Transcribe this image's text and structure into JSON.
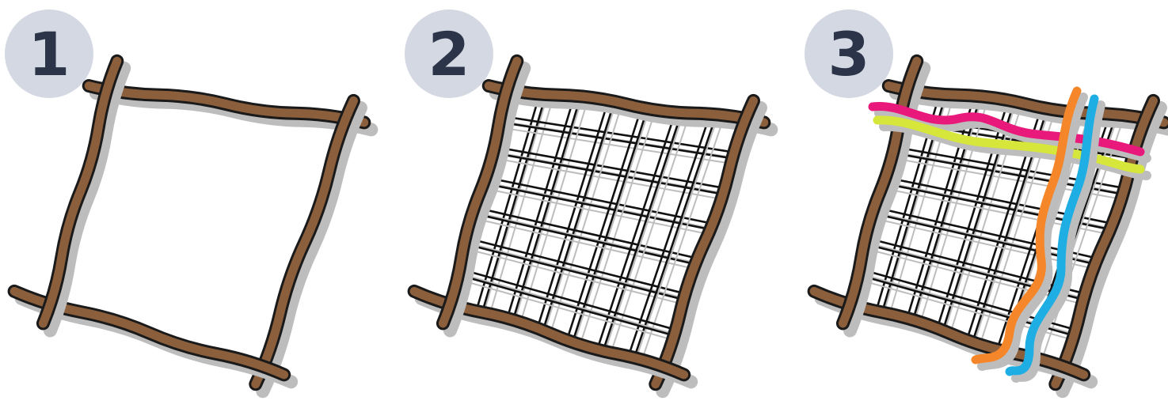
{
  "steps": [
    {
      "number": "1",
      "icon": "empty-stick-frame-icon"
    },
    {
      "number": "2",
      "icon": "strung-grid-frame-icon"
    },
    {
      "number": "3",
      "icon": "frame-with-woven-yarn-icon"
    }
  ],
  "colors": {
    "badge_bg": "#d3d8e2",
    "badge_text": "#2b3448",
    "stick": "#8b5e3c",
    "stick_outline": "#1a1a1a",
    "shadow": "#bdbdbd",
    "yarn_pink": "#e8197a",
    "yarn_lime": "#d7e63b",
    "yarn_orange": "#f5862a",
    "yarn_blue": "#1faee3"
  }
}
